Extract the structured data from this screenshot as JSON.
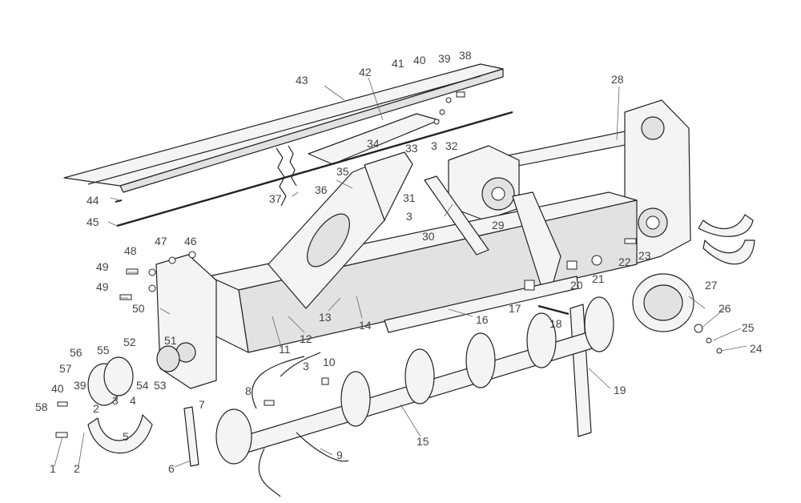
{
  "callouts": [
    {
      "text": "1"
    },
    {
      "text": "2"
    },
    {
      "text": "2"
    },
    {
      "text": "3"
    },
    {
      "text": "3"
    },
    {
      "text": "3"
    },
    {
      "text": "3"
    },
    {
      "text": "4"
    },
    {
      "text": "5"
    },
    {
      "text": "6"
    },
    {
      "text": "7"
    },
    {
      "text": "8"
    },
    {
      "text": "9"
    },
    {
      "text": "10"
    },
    {
      "text": "11"
    },
    {
      "text": "12"
    },
    {
      "text": "13"
    },
    {
      "text": "14"
    },
    {
      "text": "15"
    },
    {
      "text": "16"
    },
    {
      "text": "17"
    },
    {
      "text": "18"
    },
    {
      "text": "19"
    },
    {
      "text": "20"
    },
    {
      "text": "21"
    },
    {
      "text": "22"
    },
    {
      "text": "23"
    },
    {
      "text": "24"
    },
    {
      "text": "25"
    },
    {
      "text": "26"
    },
    {
      "text": "27"
    },
    {
      "text": "28"
    },
    {
      "text": "29"
    },
    {
      "text": "30"
    },
    {
      "text": "31"
    },
    {
      "text": "32"
    },
    {
      "text": "33"
    },
    {
      "text": "34"
    },
    {
      "text": "35"
    },
    {
      "text": "36"
    },
    {
      "text": "37"
    },
    {
      "text": "38"
    },
    {
      "text": "39"
    },
    {
      "text": "39"
    },
    {
      "text": "40"
    },
    {
      "text": "40"
    },
    {
      "text": "41"
    },
    {
      "text": "42"
    },
    {
      "text": "43"
    },
    {
      "text": "44"
    },
    {
      "text": "45"
    },
    {
      "text": "46"
    },
    {
      "text": "47"
    },
    {
      "text": "48"
    },
    {
      "text": "49"
    },
    {
      "text": "49"
    },
    {
      "text": "50"
    },
    {
      "text": "51"
    },
    {
      "text": "52"
    },
    {
      "text": "53"
    },
    {
      "text": "54"
    },
    {
      "text": "55"
    },
    {
      "text": "56"
    },
    {
      "text": "57"
    },
    {
      "text": "58"
    }
  ]
}
